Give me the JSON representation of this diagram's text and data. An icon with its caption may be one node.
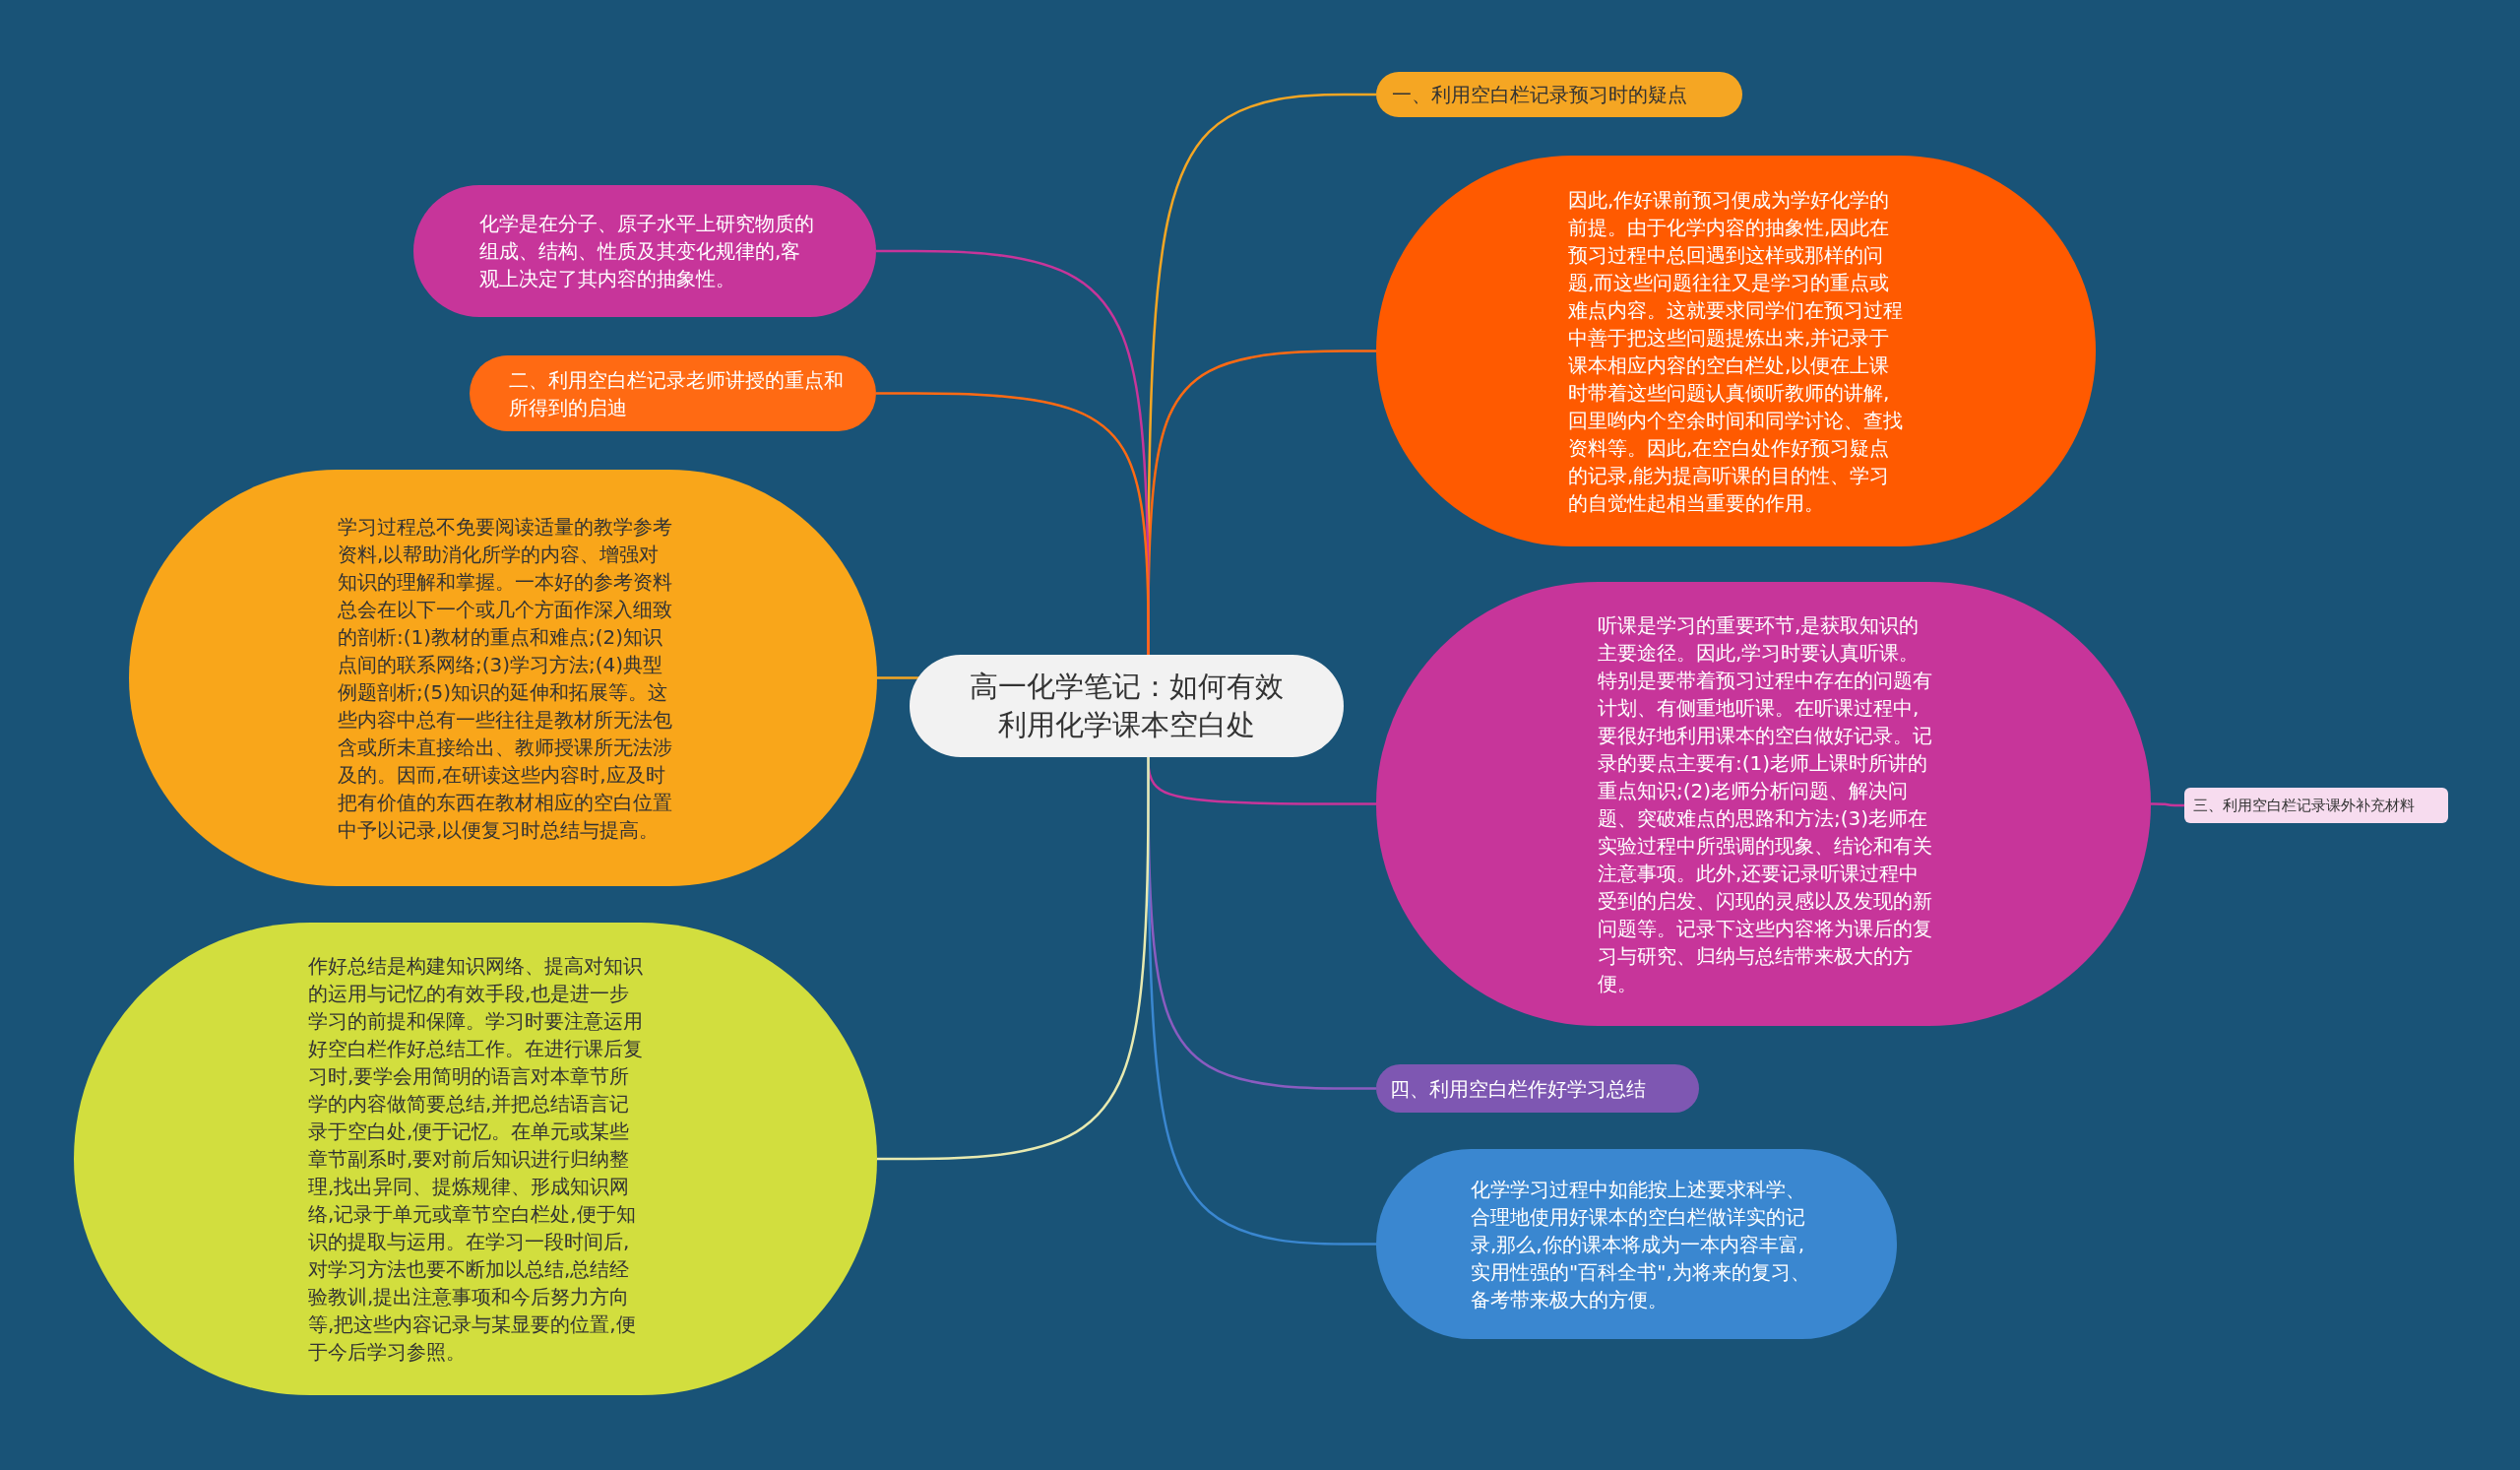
{
  "diagram": {
    "nodes": [
      {
        "text": [
          "高一化学笔记：如何有效利用化学课本空白处"
        ]
      },
      {
        "text": [
          "一、利用空白栏记录预习时的疑点"
        ]
      },
      {
        "text": [
          "因此,作好课前预习便成为学好化学的前提。由于化学内容的抽象性,因此在预习过程中总回遇到这样或那样的问题,而这些问题往往又是学习的重点或难点内容。这就要求同学们在预习过程中善于把这些问题提炼出来,并记录于课本相应内容的空白栏处,以便在上课时带着这些问题认真倾听教师的讲解,回里哟内个空余时间和同学讨论、查找资料等。因此,在空白处作好预习疑点的记录,能为提高听课的目的性、学习的自觉性起相当重要的作用。"
        ]
      },
      {
        "text": [
          "听课是学习的重要环节,是获取知识的主要途径。因此,学习时要认真听课。特别是要带着预习过程中存在的问题有计划、有侧重地听课。在听课过程中,要很好地利用课本的空白做好记录。记录的要点主要有:(1)老师上课时所讲的重点知识;(2)老师分析问题、解决问题、突破难点的思路和方法;(3)老师在实验过程中所强调的现象、结论和有关注意事项。此外,还要记录听课过程中受到的启发、闪现的灵感以及发现的新问题等。记录下这些内容将为课后的复习与研究、归纳与总结带来极大的方便。"
        ]
      },
      {
        "text": [
          "三、利用空白栏记录课外补充材料"
        ]
      },
      {
        "text": [
          "四、利用空白栏作好学习总结"
        ]
      },
      {
        "text": [
          "化学学习过程中如能按上述要求科学、合理地使用好课本的空白栏做详实的记录,那么,你的课本将成为一本内容丰富,实用性强的\"百科全书\",为将来的复习、备考带来极大的方便。"
        ]
      },
      {
        "text": [
          "化学是在分子、原子水平上研究物质的组成、结构、性质及其变化规律的,客观上决定了其内容的抽象性。"
        ]
      },
      {
        "text": [
          "二、利用空白栏记录老师讲授的重点和所得到的启迪"
        ]
      },
      {
        "text": [
          "学习过程总不免要阅读适量的教学参考资料,以帮助消化所学的内容、增强对知识的理解和掌握。一本好的参考资料总会在以下一个或几个方面作深入细致的剖析:(1)教材的重点和难点;(2)知识点间的联系网络;(3)学习方法;(4)典型例题剖析;(5)知识的延伸和拓展等。这些内容中总有一些往往是教材所无法包含或所未直接给出、教师授课所无法涉及的。因而,在研读这些内容时,应及时把有价值的东西在教材相应的空白位置中予以记录,以便复习时总结与提高。"
        ]
      },
      {
        "text": [
          "作好总结是构建知识网络、提高对知识的运用与记忆的有效手段,也是进一步学习的前提和保障。学习时要注意运用好空白栏作好总结工作。在进行课后复习时,要学会用简明的语言对本章节所学的内容做简要总结,并把总结语言记录于空白处,便于记忆。在单元或某些章节副系时,要对前后知识进行归纳整理,找出异同、提炼规律、形成知识网络,记录于单元或章节空白栏处,便于知识的提取与运用。在学习一段时间后,对学习方法也要不断加以总结,总结经验教训,提出注意事项和今后努力方向等,把这些内容记录与某显要的位置,便于今后学习参照。"
        ]
      }
    ],
    "edges": [
      {
        "from": 0,
        "to": 1,
        "arrow": "none",
        "color": "#f5a623"
      },
      {
        "from": 0,
        "to": 2,
        "arrow": "none",
        "color": "#ff6a13"
      },
      {
        "from": 0,
        "to": 3,
        "arrow": "none",
        "color": "#c7359a"
      },
      {
        "from": 3,
        "to": 4,
        "arrow": "none",
        "color": "#c7359a"
      },
      {
        "from": 0,
        "to": 5,
        "arrow": "none",
        "color": "#8a5cc0"
      },
      {
        "from": 0,
        "to": 6,
        "arrow": "none",
        "color": "#3a87d0"
      },
      {
        "from": 0,
        "to": 7,
        "arrow": "none",
        "color": "#c7359a"
      },
      {
        "from": 0,
        "to": 8,
        "arrow": "none",
        "color": "#ff6a13"
      },
      {
        "from": 0,
        "to": 9,
        "arrow": "none",
        "color": "#f5a623"
      },
      {
        "from": 0,
        "to": 10,
        "arrow": "none",
        "color": "#e8eab0"
      }
    ]
  }
}
